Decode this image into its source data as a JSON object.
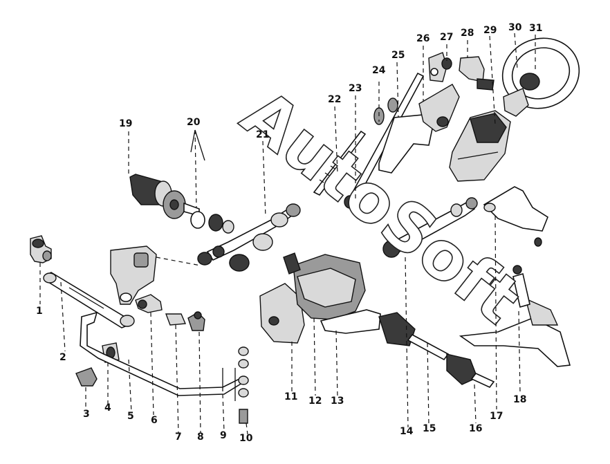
{
  "watermark": "AutoSoft",
  "labels": [
    "1",
    "2",
    "3",
    "4",
    "5",
    "6",
    "7",
    "8",
    "9",
    "10",
    "11",
    "12",
    "13",
    "14",
    "15",
    "16",
    "17",
    "18",
    "19",
    "20",
    "21",
    "22",
    "23",
    "24",
    "25",
    "26",
    "27",
    "28",
    "29",
    "30",
    "31"
  ]
}
